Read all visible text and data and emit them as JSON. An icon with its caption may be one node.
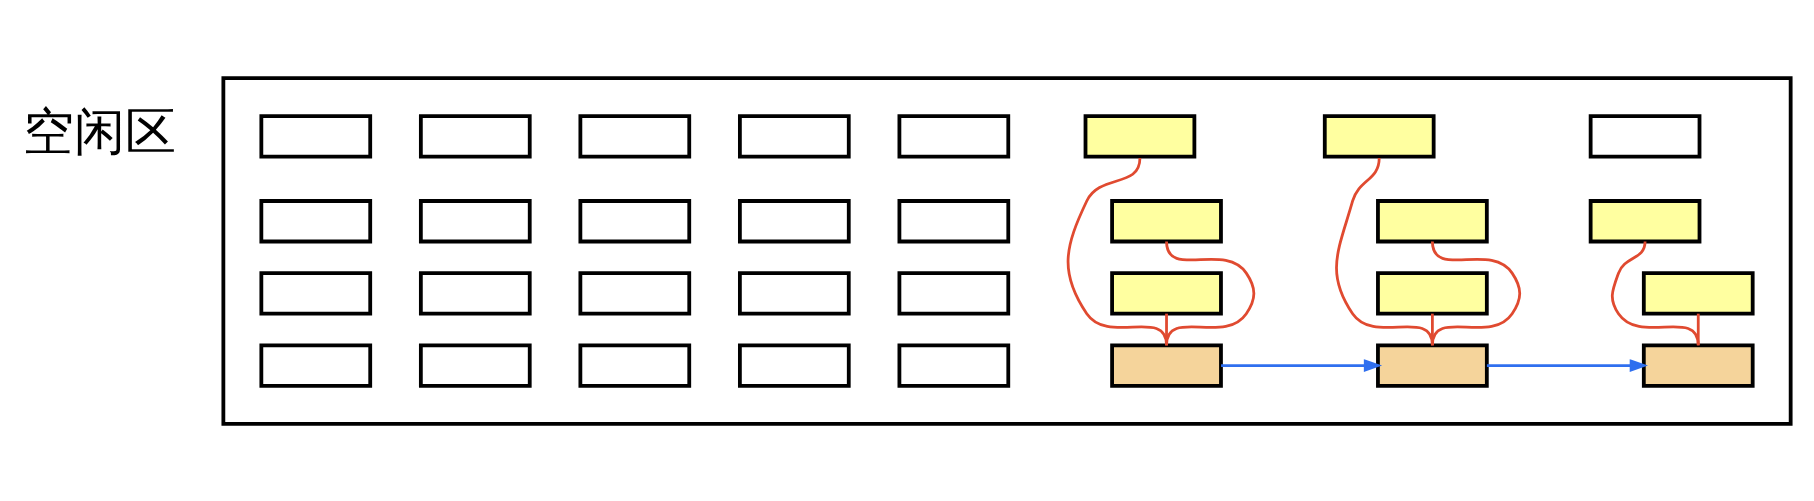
{
  "diagram": {
    "nodes": [
      {
        "text": [],
        "shape": "box"
      },
      {
        "text": [],
        "shape": "box",
        "in": 0
      },
      {
        "text": [],
        "shape": "box",
        "in": 0
      },
      {
        "text": [],
        "shape": "box",
        "in": 0
      },
      {
        "text": [],
        "shape": "box",
        "in": 0
      },
      {
        "text": [],
        "shape": "box",
        "in": 0
      },
      {
        "text": [],
        "shape": "box",
        "in": 0
      },
      {
        "text": [],
        "shape": "box",
        "in": 0
      },
      {
        "text": [],
        "shape": "box",
        "in": 0
      },
      {
        "text": [],
        "shape": "box",
        "in": 0
      },
      {
        "text": [],
        "shape": "box",
        "in": 0
      },
      {
        "text": [],
        "shape": "box",
        "in": 0
      },
      {
        "text": [],
        "shape": "box",
        "in": 0
      },
      {
        "text": [],
        "shape": "box",
        "in": 0
      },
      {
        "text": [],
        "shape": "box",
        "in": 0
      },
      {
        "text": [],
        "shape": "box",
        "in": 0
      },
      {
        "text": [],
        "shape": "box",
        "in": 0
      },
      {
        "text": [],
        "shape": "box",
        "in": 0
      },
      {
        "text": [],
        "shape": "box",
        "in": 0
      },
      {
        "text": [],
        "shape": "box",
        "in": 0
      },
      {
        "text": [],
        "shape": "box",
        "in": 0
      },
      {
        "text": [],
        "shape": "box",
        "in": 0
      },
      {
        "text": [],
        "shape": "box",
        "in": 0
      },
      {
        "text": [],
        "shape": "box",
        "in": 0
      },
      {
        "text": [],
        "shape": "box",
        "in": 0
      },
      {
        "text": [],
        "shape": "box",
        "in": 0
      },
      {
        "text": [],
        "shape": "box",
        "in": 0
      },
      {
        "text": [],
        "shape": "box",
        "in": 0
      },
      {
        "text": [],
        "shape": "box",
        "in": 0
      },
      {
        "text": [],
        "shape": "box",
        "in": 0
      },
      {
        "text": [],
        "shape": "box",
        "in": 0
      },
      {
        "text": [],
        "shape": "box",
        "in": 0
      },
      {
        "text": [],
        "shape": "box",
        "in": 0
      }
    ],
    "edges": [
      {
        "from": 1,
        "to": 25,
        "arrow": "none"
      },
      {
        "from": 9,
        "to": 25,
        "arrow": "none"
      },
      {
        "from": 17,
        "to": 25,
        "arrow": "none"
      },
      {
        "from": 2,
        "to": 26,
        "arrow": "none"
      },
      {
        "from": 10,
        "to": 26,
        "arrow": "none"
      },
      {
        "from": 18,
        "to": 26,
        "arrow": "none"
      },
      {
        "from": 11,
        "to": 27,
        "arrow": "none"
      },
      {
        "from": 19,
        "to": 27,
        "arrow": "none"
      },
      {
        "from": 25,
        "to": 26,
        "arrow": "to",
        "color": "#2f6fef"
      },
      {
        "from": 26,
        "to": 27,
        "arrow": "to",
        "color": "#2f6fef"
      }
    ],
    "labels": [
      "空闲区"
    ]
  }
}
